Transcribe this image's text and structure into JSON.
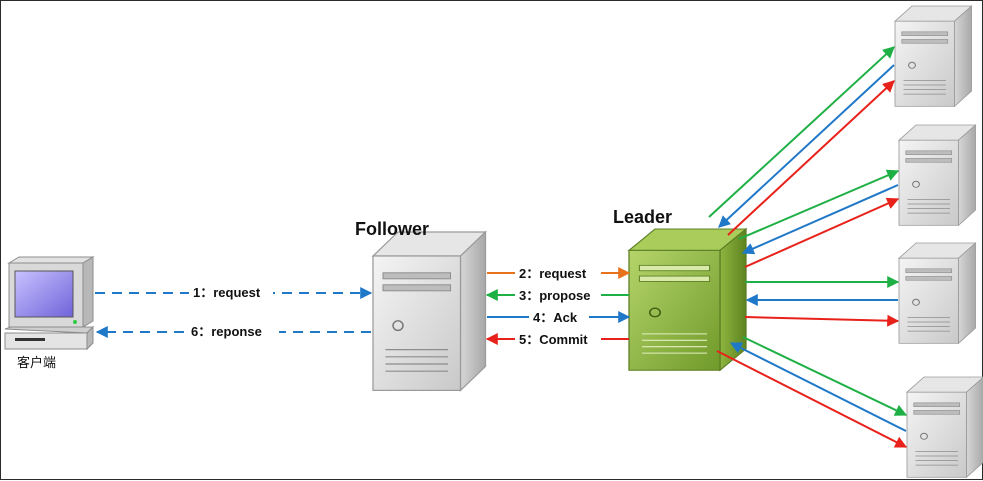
{
  "diagram": {
    "roles": {
      "follower": "Follower",
      "leader": "Leader",
      "client": "客户端"
    },
    "messages": {
      "m1": "1：request",
      "m2": "2：request",
      "m3": "3：propose",
      "m4": "4：Ack",
      "m5": "5：Commit",
      "m6": "6：reponse"
    },
    "colors": {
      "request": "#e8711b",
      "propose": "#1fb045",
      "ack": "#1f78c8",
      "commit": "#e8211b",
      "client_link": "#1f78c8"
    }
  }
}
